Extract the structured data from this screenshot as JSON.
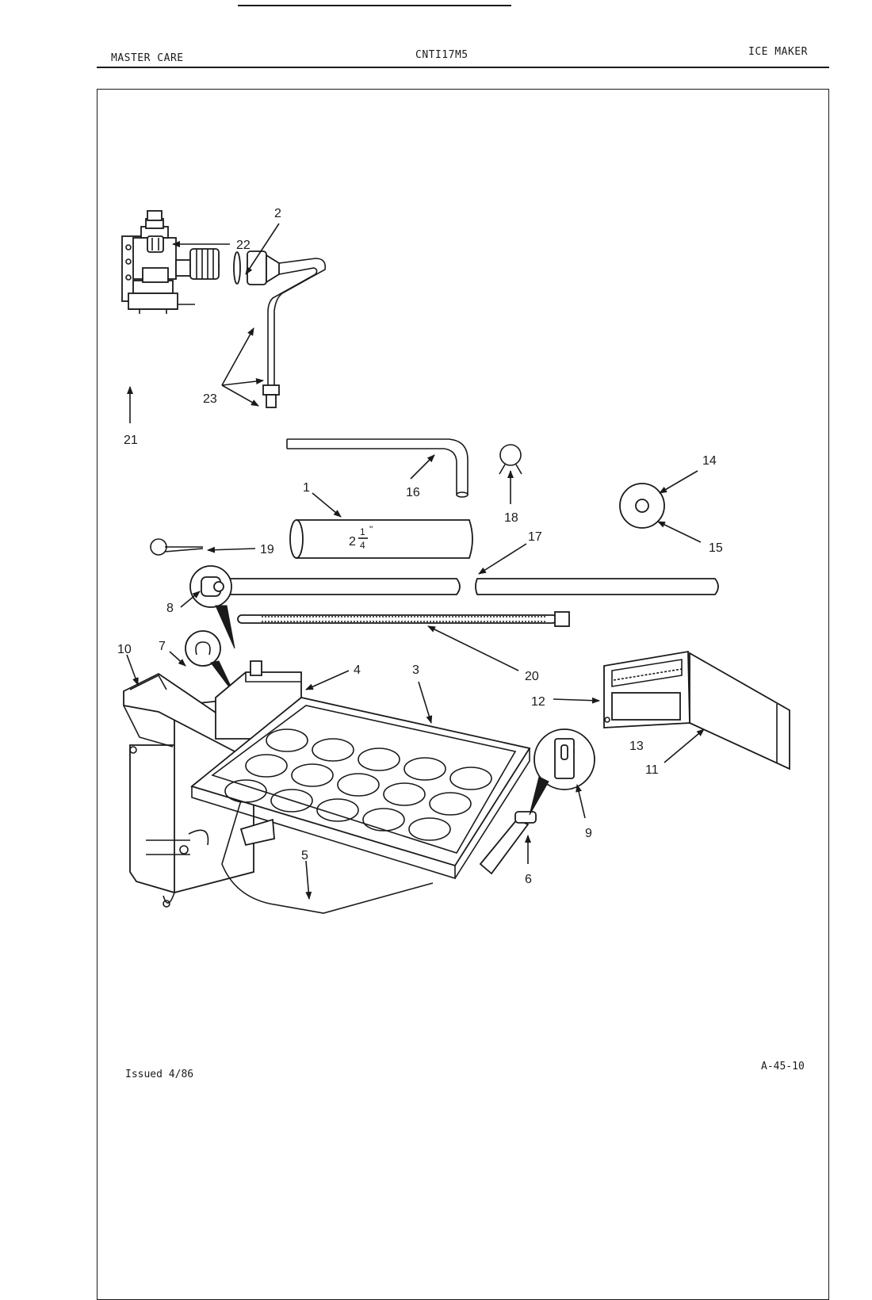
{
  "header": {
    "brand": "MASTER CARE",
    "model": "CNTI17M5",
    "section": "ICE MAKER"
  },
  "footer": {
    "issued": "Issued 4/86",
    "page_code": "A-45-10"
  },
  "diagram": {
    "tube_size_whole": "2",
    "tube_size_num": "1",
    "tube_size_den": "4",
    "tube_size_unit": "\"",
    "callouts": [
      "1",
      "2",
      "3",
      "4",
      "5",
      "6",
      "7",
      "8",
      "9",
      "10",
      "11",
      "12",
      "13",
      "14",
      "15",
      "16",
      "17",
      "18",
      "19",
      "20",
      "21",
      "22",
      "23"
    ]
  }
}
